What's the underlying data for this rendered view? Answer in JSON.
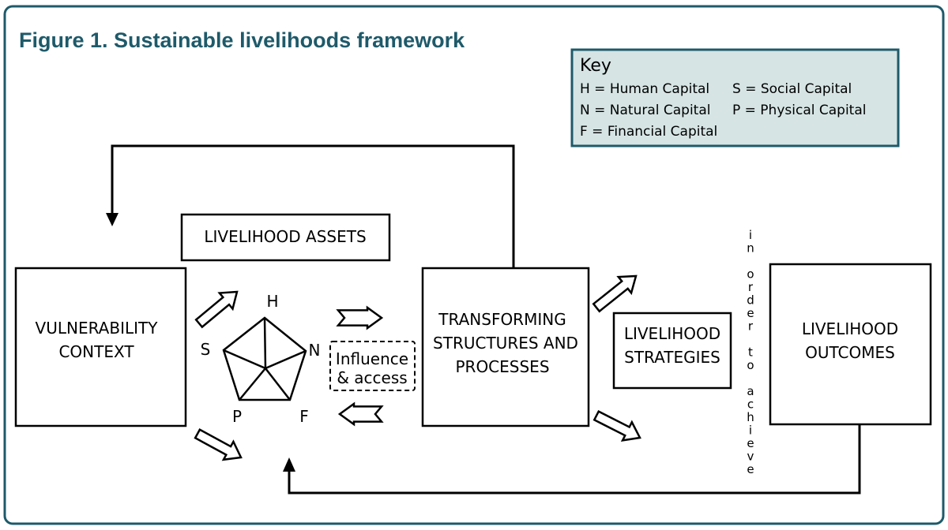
{
  "title": "Figure 1.  Sustainable livelihoods framework",
  "colors": {
    "frame": "#1e5a6a",
    "title": "#1e5a6a",
    "key_bg": "#d6e4e4",
    "line": "#000000"
  },
  "key": {
    "heading": "Key",
    "items": [
      "H = Human Capital",
      "S = Social Capital",
      "N = Natural Capital",
      "P = Physical Capital",
      "F = Financial Capital"
    ]
  },
  "boxes": {
    "vulnerability": [
      "VULNERABILITY",
      "CONTEXT"
    ],
    "assets": "LIVELIHOOD  ASSETS",
    "transforming": [
      "TRANSFORMING",
      "STRUCTURES  AND",
      "PROCESSES"
    ],
    "strategies": [
      "LIVELIHOOD",
      "STRATEGIES"
    ],
    "outcomes": [
      "LIVELIHOOD",
      "OUTCOMES"
    ],
    "influence": [
      "Influence",
      "& access"
    ]
  },
  "pentagon": {
    "H": "H",
    "N": "N",
    "F": "F",
    "P": "P",
    "S": "S"
  },
  "vertical_text": "in order to achieve"
}
